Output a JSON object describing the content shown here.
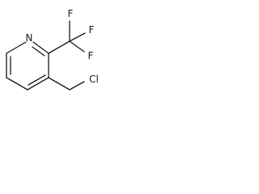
{
  "atoms": {
    "nitrogen": "N",
    "fluorine_top": "F",
    "fluorine_right": "F",
    "fluorine_bottom": "F",
    "chlorine": "Cl"
  },
  "colors": {
    "bond": "#1a1a1a",
    "background": "#ffffff"
  }
}
